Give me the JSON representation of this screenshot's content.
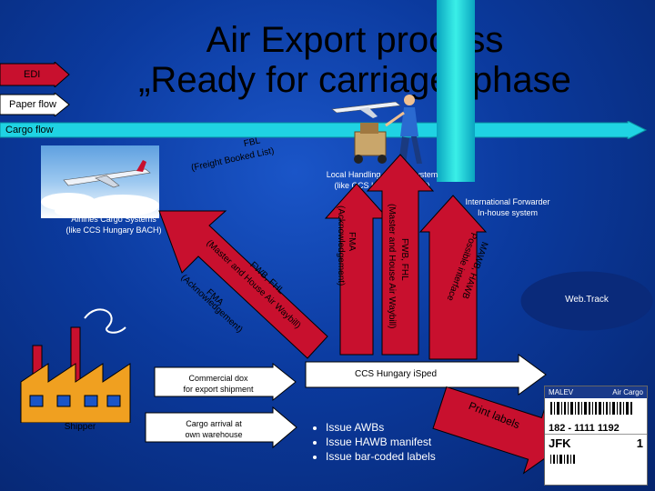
{
  "title_line1": "Air Export process",
  "title_line2": "„Ready for carriage” phase",
  "legend": {
    "edi": "EDI",
    "paper_flow": "Paper flow",
    "cargo_flow": "Cargo flow"
  },
  "fbl": {
    "line1": "FBL",
    "line2": "(Freight Booked List)"
  },
  "local_agent": {
    "line1": "Local Handling Agent’s system",
    "line2": "(like CCS Hungary BACH)"
  },
  "forwarder": {
    "line1": "International Forwarder",
    "line2": "In-house system"
  },
  "airlines": {
    "line1": "Airlines Cargo Systems",
    "line2": "(like CCS Hungary BACH)"
  },
  "arrows": {
    "ack_up": "(Acknowledgement)",
    "fma_up": "FMA",
    "master_up": "(Master and House Air Waybill)",
    "fwb_up": "FWB, FHL",
    "interface1": "Possible interface",
    "interface2": "MAWB, HAWB",
    "diag1": "FWB, FHL",
    "diag2": "(Master and House Air Waybill)",
    "diag3": "FMA",
    "diag4": "(Acknowledgement)"
  },
  "webtrack": "Web.Track",
  "commercial": {
    "line1": "Commercial dox",
    "line2": "for export shipment"
  },
  "cargo_arrival": {
    "line1": "Cargo arrival at",
    "line2": "own warehouse"
  },
  "ccs_ispeed": "CCS Hungary iSped",
  "print_labels": "Print labels",
  "shipper": "Shipper",
  "bullets": [
    "Issue AWBs",
    "Issue HAWB manifest",
    "Issue bar-coded labels"
  ],
  "label": {
    "brand": "MALEV",
    "brand_sub": "Air Cargo",
    "awb": "182 - 1111 1192",
    "dest": "JFK",
    "pieces": "1"
  },
  "colors": {
    "red_arrow": "#c8102e",
    "bg": "#0b3a9e"
  }
}
